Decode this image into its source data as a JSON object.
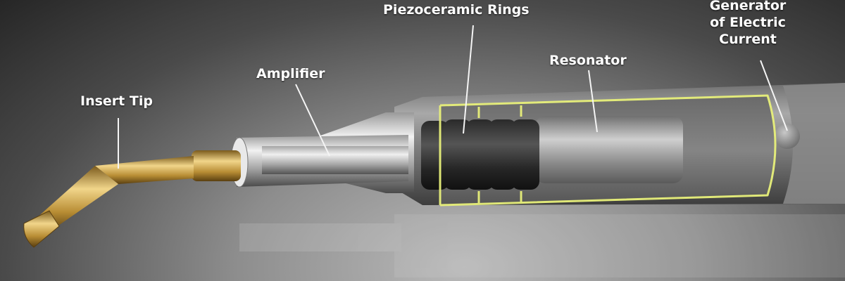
{
  "labels": {
    "insert_tip": "Insert Tip",
    "amplifier": "Amplifier",
    "piezoceramic_rings": "Piezoceramic Rings",
    "resonator": "Resonator",
    "generator_line1": "Generator",
    "generator_line2": "of Electric",
    "generator_line3": "Current"
  },
  "colors": {
    "label_text": "#ffffff",
    "highlight_outline": "#e8f07a",
    "tip_gold": "#c9a24a",
    "rings_dark": "#1e1e1e",
    "body_gray": "#8a8a8a"
  }
}
